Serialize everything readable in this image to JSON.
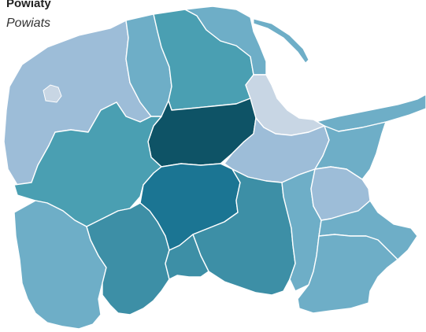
{
  "legend": {
    "title": "Powiaty",
    "subtitle": "Powiats"
  },
  "map": {
    "projection": "none",
    "region_count": 21,
    "colors": {
      "lightest": "#c8d6e4",
      "light": "#9dbdd8",
      "light_teal": "#6eaec7",
      "teal": "#4a9fb2",
      "medium_teal": "#3d8fa6",
      "dark_teal": "#1b7593",
      "darkest": "#0e5366",
      "water": "#6eaec7",
      "border": "#ffffff"
    }
  }
}
